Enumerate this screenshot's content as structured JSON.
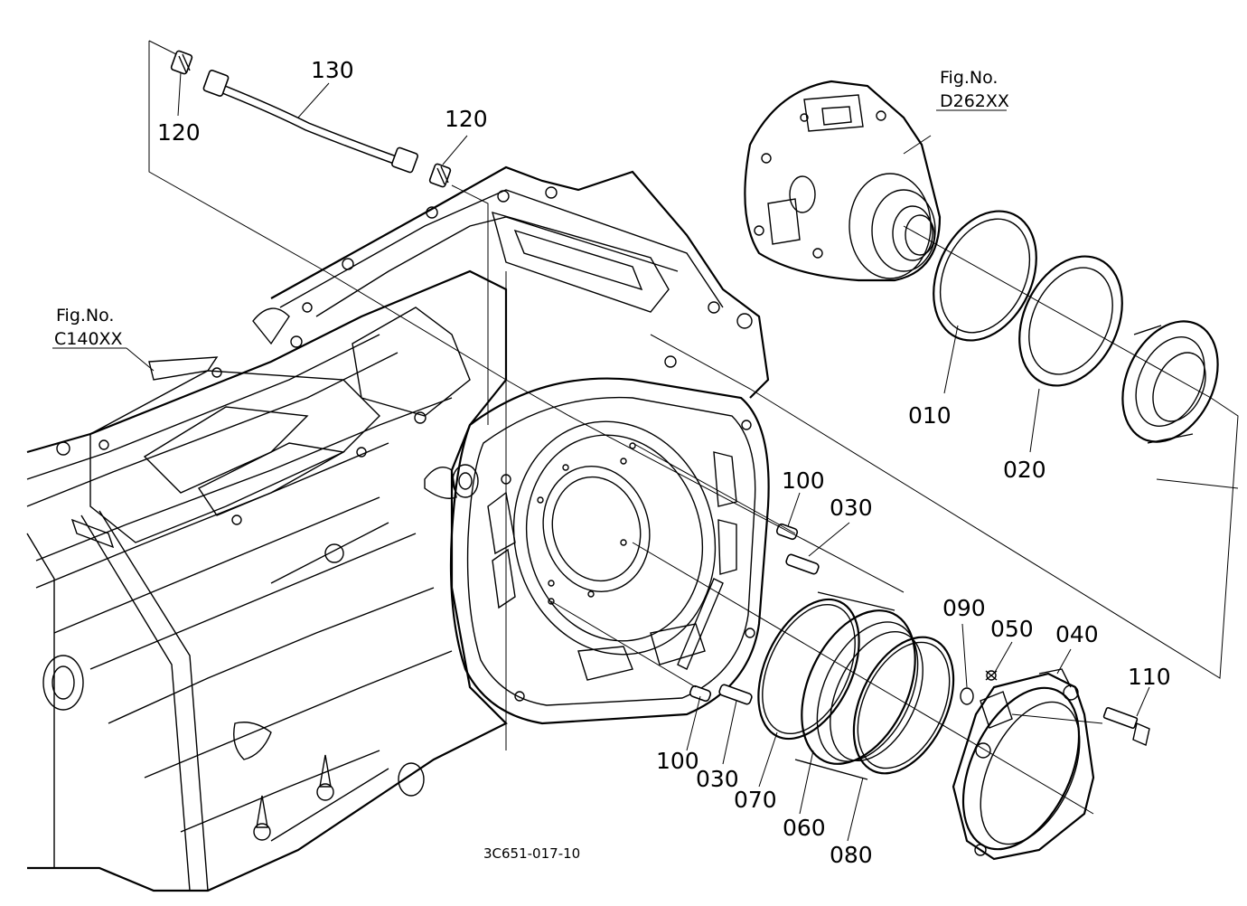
{
  "diagram": {
    "drawing_code": "3C651-017-10",
    "references": [
      {
        "id": "ref-c140",
        "prefix": "Fig.No.",
        "code": "C140XX"
      },
      {
        "id": "ref-d262",
        "prefix": "Fig.No.",
        "code": "D262XX"
      }
    ],
    "part_labels": [
      {
        "id": "p130",
        "text": "130"
      },
      {
        "id": "p120a",
        "text": "120"
      },
      {
        "id": "p120b",
        "text": "120"
      },
      {
        "id": "p010",
        "text": "010"
      },
      {
        "id": "p020",
        "text": "020"
      },
      {
        "id": "p100a",
        "text": "100"
      },
      {
        "id": "p030a",
        "text": "030"
      },
      {
        "id": "p100b",
        "text": "100"
      },
      {
        "id": "p030b",
        "text": "030"
      },
      {
        "id": "p070",
        "text": "070"
      },
      {
        "id": "p060",
        "text": "060"
      },
      {
        "id": "p080",
        "text": "080"
      },
      {
        "id": "p090",
        "text": "090"
      },
      {
        "id": "p050",
        "text": "050"
      },
      {
        "id": "p040",
        "text": "040"
      },
      {
        "id": "p110",
        "text": "110"
      }
    ]
  }
}
